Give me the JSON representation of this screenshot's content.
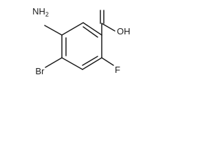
{
  "molecule": {
    "atoms": {
      "amino": "NH",
      "amino_subscript": "2",
      "hydroxyl": "OH",
      "bromo": "Br",
      "fluoro": "F"
    }
  }
}
